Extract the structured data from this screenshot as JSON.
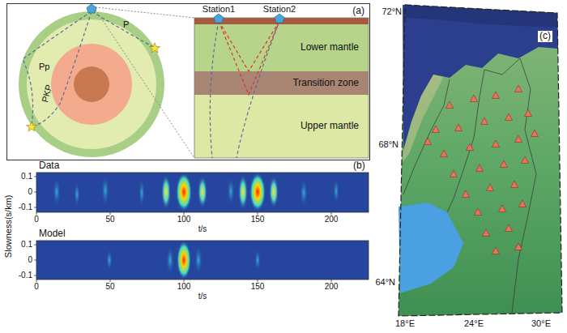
{
  "diagram": {
    "nodes": [
      {
        "text": [
          "(a)"
        ]
      },
      {
        "text": [
          "Lower mantle"
        ],
        "in": 0
      },
      {
        "text": [
          "Transition zone"
        ],
        "in": 0
      },
      {
        "text": [
          "Upper mantle"
        ],
        "in": 0
      }
    ],
    "labels": [
      "Pp",
      "P",
      "PKP",
      "Station1",
      "Station2",
      "Data",
      "0.1",
      "0",
      "-0.1",
      "Model",
      "0.1",
      "0",
      "-0.1",
      "Slowness(s/km)",
      "0",
      "50",
      "100",
      "150",
      "200",
      "t/s",
      "0",
      "50",
      "100",
      "150",
      "200",
      "t/s",
      "(b)",
      "(c)",
      "72°N",
      "68°N",
      "64°N",
      "18°E",
      "24°E",
      "30°E"
    ]
  }
}
